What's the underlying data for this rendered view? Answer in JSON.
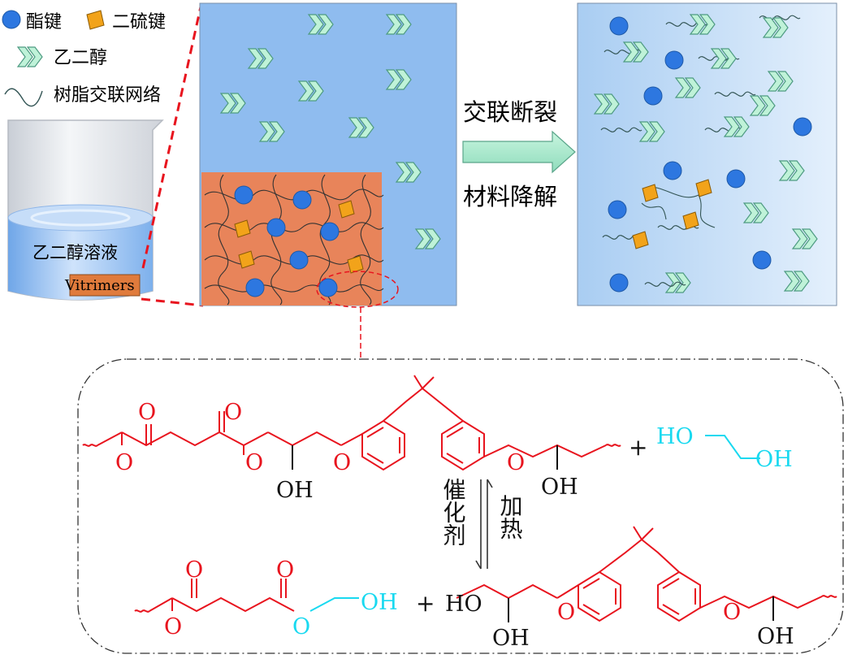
{
  "legend": {
    "ester": "酯键",
    "disulfide": "二硫键",
    "glycol": "乙二醇",
    "resin": "树脂交联网络"
  },
  "beaker": {
    "solution": "乙二醇溶液",
    "sample": "Vitrimers"
  },
  "arrow": {
    "top": "交联断裂",
    "bottom": "材料降解"
  },
  "reaction": {
    "plus": "+",
    "catalyst": "催化剂",
    "heat": "加热",
    "o": "O",
    "oh": "OH",
    "ho": "HO"
  },
  "colors": {
    "red": "#e8141e",
    "cyan": "#19d9f0",
    "blue_fill": "#8fbcef",
    "orange": "#e8845a",
    "ester": "#2d77e0",
    "disulfide": "#f2a31a",
    "glycol": "#b8f0d2"
  }
}
